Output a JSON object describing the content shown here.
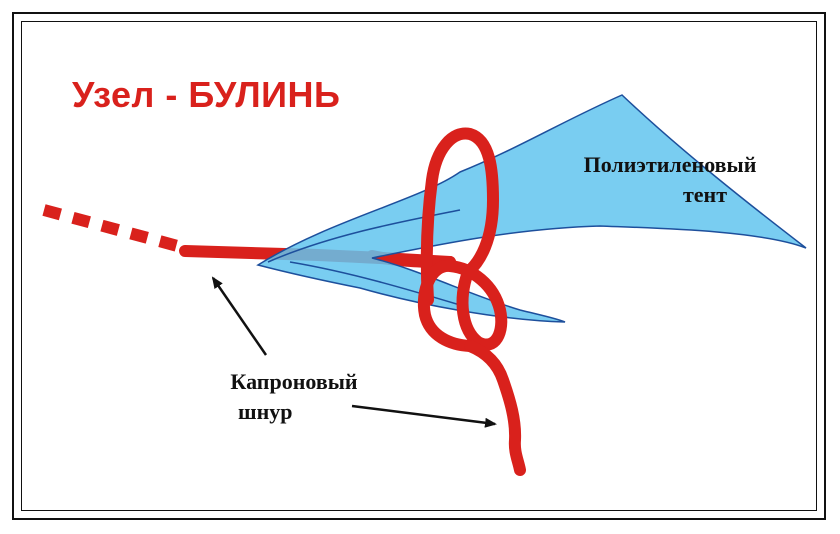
{
  "title": "Узел - БУЛИНЬ",
  "labels": {
    "tent": [
      "Полиэтиленовый",
      "тент"
    ],
    "cord": [
      "Капроновый",
      "шнур"
    ]
  },
  "colors": {
    "rope": "#d9211c",
    "tent_fill": "#62c4ee",
    "tent_edge": "#1d4f9c",
    "title": "#d9211c",
    "frame": "#111111"
  }
}
